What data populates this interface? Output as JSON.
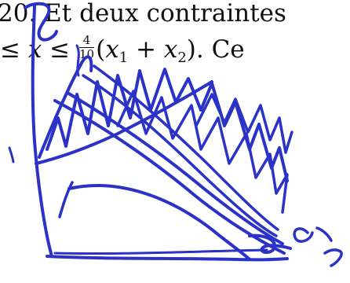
{
  "document": {
    "line1": {
      "prefix": "20. ",
      "word_et": "Et",
      "rest": " deux contraintes"
    },
    "line2": {
      "lead": "≤ ",
      "var_x": "x",
      "leq": " ≤ ",
      "frac_num": "4",
      "frac_den": "10",
      "open": "(",
      "x1": "x",
      "sub1": "1",
      "plus": " + ",
      "x2": "x",
      "sub2": "2",
      "close": "). Ce"
    }
  },
  "annotation": {
    "ink_color": "#2b33c7",
    "handwritten_axis_label": "x₁"
  }
}
